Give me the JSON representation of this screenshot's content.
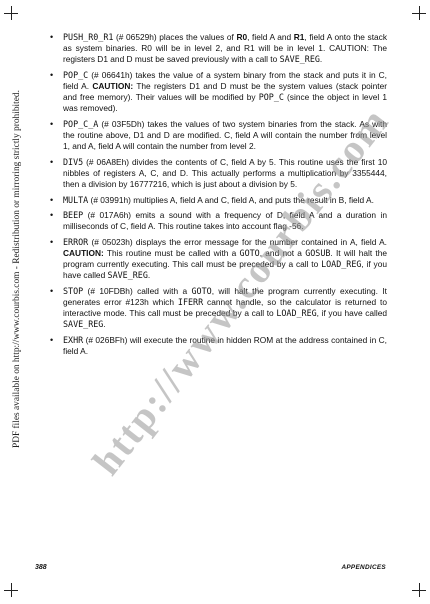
{
  "side_note": "PDF files available on http://www.courbis.com - Redistribution or mirroring strictly prohibited.",
  "watermark": "http://www.courbis.com",
  "entries": [
    [
      {
        "t": "PUSH_R0_R1",
        "s": "mono"
      },
      {
        "t": " (# 06529h) places the values of "
      },
      {
        "t": "R0",
        "s": "bold"
      },
      {
        "t": ", field A and "
      },
      {
        "t": "R1",
        "s": "bold"
      },
      {
        "t": ", field A onto the stack as system binaries.  R0 will be in level 2, and R1 will be in level 1.  CAUTION:  The registers D1 and D must be saved previously with a call to "
      },
      {
        "t": "SAVE_REG",
        "s": "mono"
      },
      {
        "t": "."
      }
    ],
    [
      {
        "t": "POP_C",
        "s": "mono"
      },
      {
        "t": " (# 06641h) takes the value of a system binary from the stack and puts it in C, field A. "
      },
      {
        "t": "CAUTION:",
        "s": "bold"
      },
      {
        "t": " The registers D1 and D must be the system values (stack pointer and free memory).  Their values will be modified by "
      },
      {
        "t": "POP_C",
        "s": "mono"
      },
      {
        "t": " (since the object in level 1 was removed)."
      }
    ],
    [
      {
        "t": "POP_C_A",
        "s": "mono"
      },
      {
        "t": " (# 03F5Dh) takes the values of two system binaries from the stack.  As with the routine above, D1 and D are modified.  C, field A will contain the number from level 1, and A, field A will contain the number from level 2."
      }
    ],
    [
      {
        "t": "DIV5",
        "s": "mono"
      },
      {
        "t": " (# 06A8Eh) divides the contents of C, field A by 5.  This routine uses the first 10 nibbles of registers A, C, and D.  This actually performs a multiplication by 3355444, then a division by 16777216, which is just about a division by 5."
      }
    ],
    [
      {
        "t": "MULTA",
        "s": "mono"
      },
      {
        "t": " (# 03991h) multiplies A, field A and C, field A, and puts the result in B, field A."
      }
    ],
    [
      {
        "t": "BEEP",
        "s": "mono"
      },
      {
        "t": " (# 017A6h) emits a sound with a frequency of D, field A and a duration in milliseconds of C, field A.  This routine takes into account flag -56."
      }
    ],
    [
      {
        "t": "ERROR",
        "s": "mono"
      },
      {
        "t": " (# 05023h) displays the error message for the number contained in A, field A. "
      },
      {
        "t": "CAUTION:",
        "s": "bold"
      },
      {
        "t": "  This routine must be called with a "
      },
      {
        "t": "GOTO",
        "s": "mono"
      },
      {
        "t": ", and not a "
      },
      {
        "t": "GOSUB",
        "s": "mono"
      },
      {
        "t": ".  It will halt the program currently executing.  This call must be preceded by a call to "
      },
      {
        "t": "LOAD_REG",
        "s": "mono"
      },
      {
        "t": ", if you have called "
      },
      {
        "t": "SAVE_REG",
        "s": "mono"
      },
      {
        "t": "."
      }
    ],
    [
      {
        "t": "STOP",
        "s": "mono"
      },
      {
        "t": " (# 10FDBh) called with a "
      },
      {
        "t": "GOTO",
        "s": "mono"
      },
      {
        "t": ", will halt the program currently executing.  It generates error #123h which "
      },
      {
        "t": "IFERR",
        "s": "mono"
      },
      {
        "t": " cannot handle, so the calculator is returned to interactive mode.  This call must be preceded by a call to "
      },
      {
        "t": "LOAD_REG",
        "s": "mono"
      },
      {
        "t": ", if you have called "
      },
      {
        "t": "SAVE_REG",
        "s": "mono"
      },
      {
        "t": "."
      }
    ],
    [
      {
        "t": "EXHR",
        "s": "mono"
      },
      {
        "t": " (# 026BFh) will execute the routine in hidden ROM at the address contained in C, field A."
      }
    ]
  ],
  "footer": {
    "page_number": "388",
    "section": "APPENDICES"
  }
}
